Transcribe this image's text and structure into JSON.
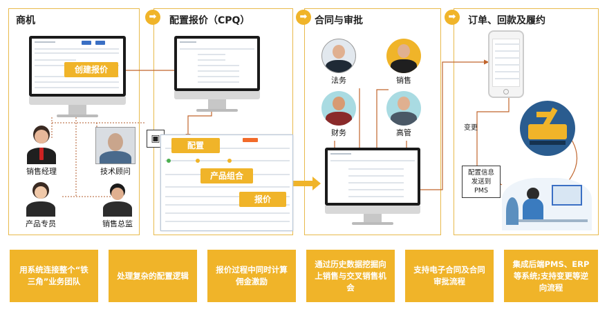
{
  "panels": [
    {
      "title": "商机"
    },
    {
      "title": "配置报价（CPQ）"
    },
    {
      "title": "合同与审批"
    },
    {
      "title": "订单、回款及履约"
    }
  ],
  "arrow_glyph": "➡",
  "tags": {
    "create_quote": "创建报价",
    "configure": "配置",
    "product_combo": "产品组合",
    "quote": "报价"
  },
  "people_panel1": {
    "sales_manager": "销售经理",
    "tech_consultant": "技术顾问",
    "product_specialist": "产品专员",
    "sales_director": "销售总监"
  },
  "people_panel3": {
    "legal": "法务",
    "sales": "销售",
    "finance": "财务",
    "executive": "高管"
  },
  "panel4": {
    "change_label": "变更",
    "callout": "配置信息发送到PMS"
  },
  "bottom_boxes": [
    "用系统连接整个“铁三角”业务团队",
    "处理复杂的配置逻辑",
    "报价过程中同时计算佣金激励",
    "通过历史数据挖掘向上销售与交叉销售机会",
    "支持电子合同及合同审批流程",
    "集成后端PMS、ERP等系统;支持变更等逆向流程"
  ],
  "colors": {
    "accent": "#f0b429",
    "panel_border": "#e8b94a",
    "screen_blue": "#3a6fc4"
  }
}
